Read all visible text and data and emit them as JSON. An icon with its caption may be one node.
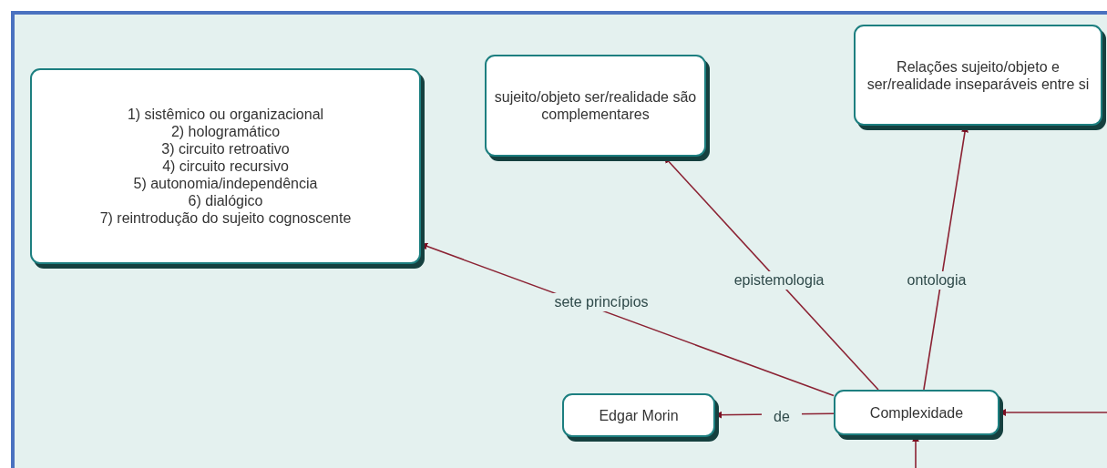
{
  "diagram": {
    "nodes": [
      {
        "text": [
          "1) sistêmico ou organizacional",
          "2) hologramático",
          "3) circuito retroativo",
          "4) circuito recursivo",
          "5) autonomia/independência",
          "6) dialógico",
          "7) reintrodução do sujeito cognoscente"
        ]
      },
      {
        "text": [
          "sujeito/objeto ser/realidade são complementares"
        ]
      },
      {
        "text": [
          "Relações sujeito/objeto e ser/realidade inseparáveis entre si"
        ]
      },
      {
        "text": [
          "Edgar Morin"
        ]
      },
      {
        "text": [
          "Complexidade"
        ]
      }
    ],
    "edges": [
      {
        "from": 4,
        "to": 0,
        "arrow": "to",
        "label": "sete princípios"
      },
      {
        "from": 4,
        "to": 1,
        "arrow": "to",
        "label": "epistemologia"
      },
      {
        "from": 4,
        "to": 2,
        "arrow": "to",
        "label": "ontologia"
      },
      {
        "from": 4,
        "to": 3,
        "arrow": "to",
        "label": "de"
      },
      {
        "from": null,
        "to": 4,
        "arrow": "to"
      },
      {
        "from": null,
        "to": 4,
        "arrow": "to"
      }
    ]
  }
}
